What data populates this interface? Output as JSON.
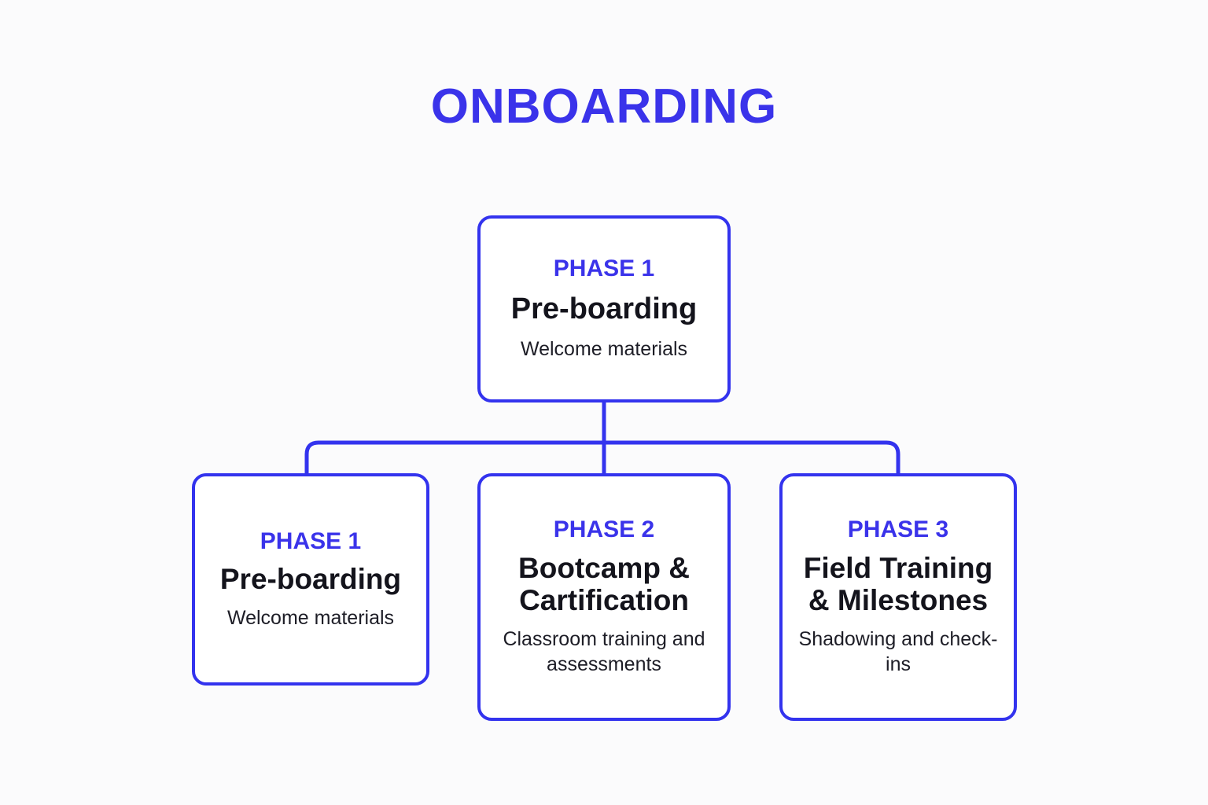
{
  "diagram": {
    "title": "ONBOARDING",
    "type": "org-chart",
    "colors": {
      "accent": "#3333ee",
      "title": "#3a33ea",
      "heading_text": "#14141c",
      "body_text": "#1d1d26",
      "node_fill": "#ffffff",
      "background": "#fbfbfc"
    },
    "root": {
      "phase": "PHASE 1",
      "heading": "Pre-boarding",
      "description": "Welcome materials"
    },
    "children": [
      {
        "phase": "PHASE 1",
        "heading": "Pre-boarding",
        "description": "Welcome materials"
      },
      {
        "phase": "PHASE 2",
        "heading": "Bootcamp & Cartification",
        "description": "Classroom training and assessments"
      },
      {
        "phase": "PHASE 3",
        "heading": "Field Training & Milestones",
        "description": "Shadowing and check-ins"
      }
    ]
  }
}
